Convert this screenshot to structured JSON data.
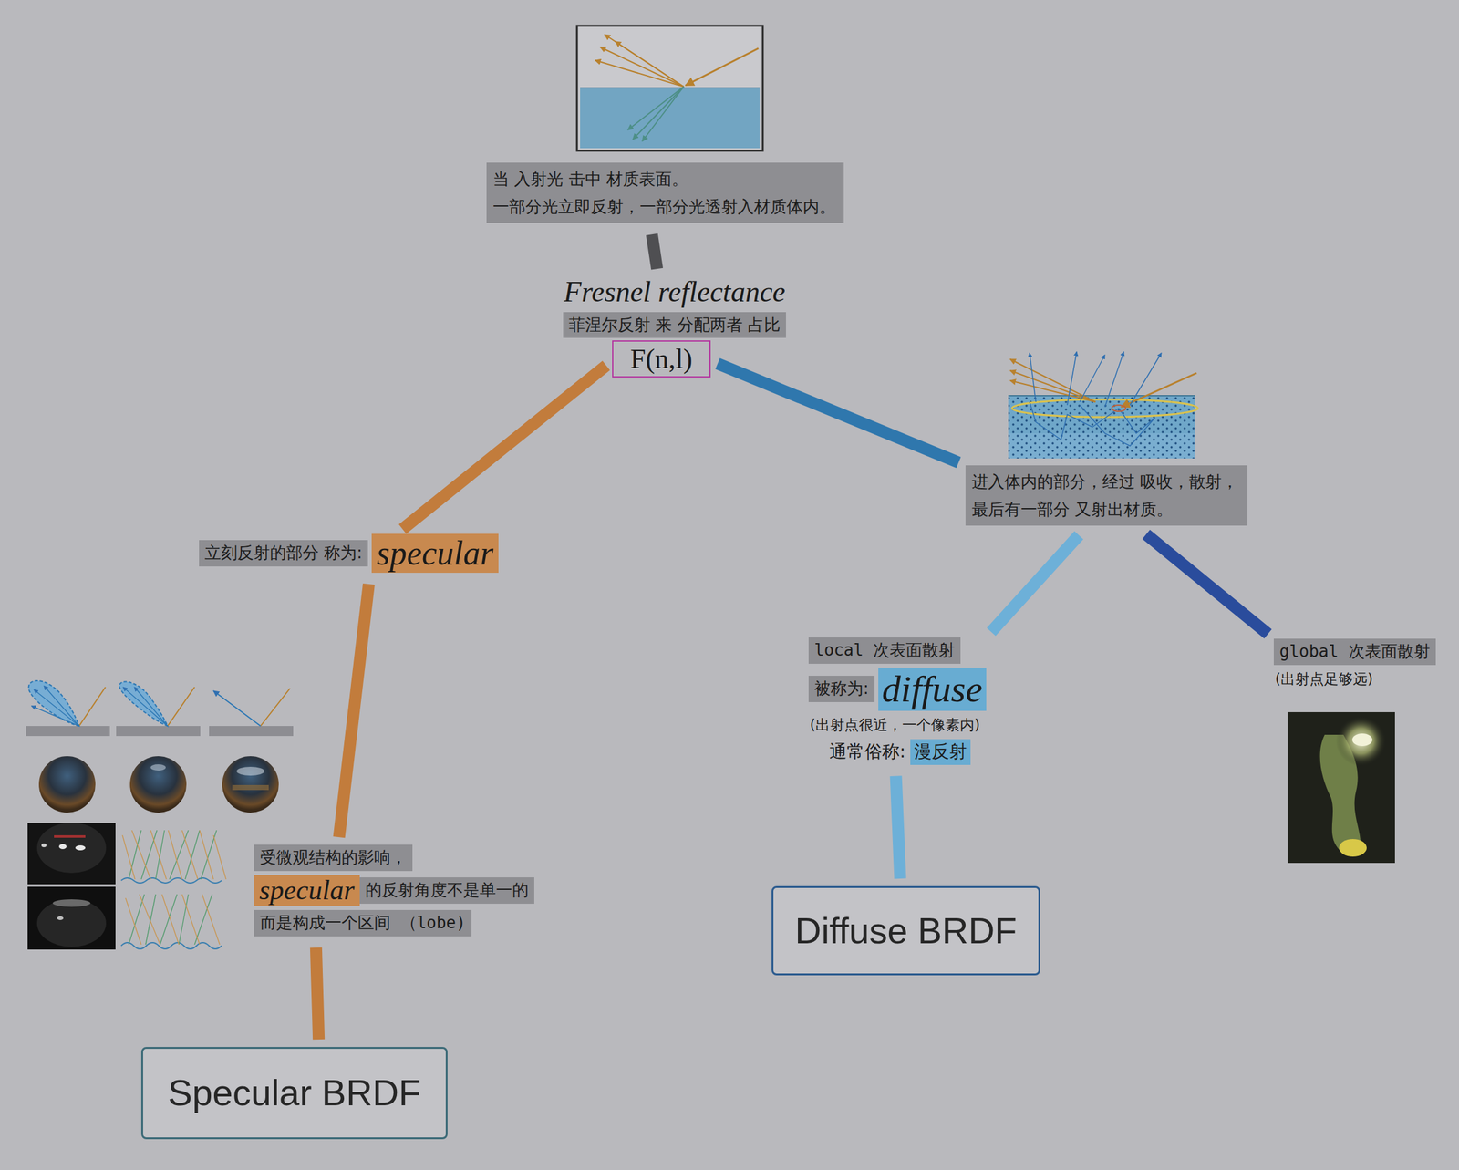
{
  "diagram": {
    "nodes": [
      {
        "text": [
          "当 入射光 击中 材质表面。 一部分光立即反射，一部分光透射入材质体内。"
        ]
      },
      {
        "text": [
          "Fresnel reflectance",
          "菲涅尔反射 来 分配两者 占比"
        ]
      },
      {
        "text": [
          "F(n,l)"
        ]
      },
      {
        "text": [
          "立刻反射的部分 称为:",
          "specular"
        ]
      },
      {
        "text": [
          "进入体内的部分，经过 吸收，散射， 最后有一部分 又射出材质。"
        ]
      },
      {
        "text": [
          "受微观结构的影响，",
          "specular",
          "的反射角度不是单一的",
          "而是构成一个区间 （lobe)"
        ]
      },
      {
        "text": [
          "Specular BRDF"
        ]
      },
      {
        "text": [
          "local 次表面散射",
          "被称为:",
          "diffuse",
          "(出射点很近，一个像素内)",
          "通常俗称:",
          "漫反射"
        ]
      },
      {
        "text": [
          "Diffuse BRDF"
        ]
      },
      {
        "text": [
          "global 次表面散射",
          "(出射点足够远)"
        ]
      }
    ],
    "edges": [
      {
        "from": 0,
        "to": 1,
        "arrow": "none"
      },
      {
        "from": 2,
        "to": 3,
        "arrow": "none"
      },
      {
        "from": 2,
        "to": 4,
        "arrow": "none"
      },
      {
        "from": 3,
        "to": 5,
        "arrow": "none"
      },
      {
        "from": 5,
        "to": 6,
        "arrow": "none"
      },
      {
        "from": 4,
        "to": 7,
        "arrow": "none"
      },
      {
        "from": 4,
        "to": 9,
        "arrow": "none"
      },
      {
        "from": 7,
        "to": 8,
        "arrow": "none"
      }
    ]
  }
}
